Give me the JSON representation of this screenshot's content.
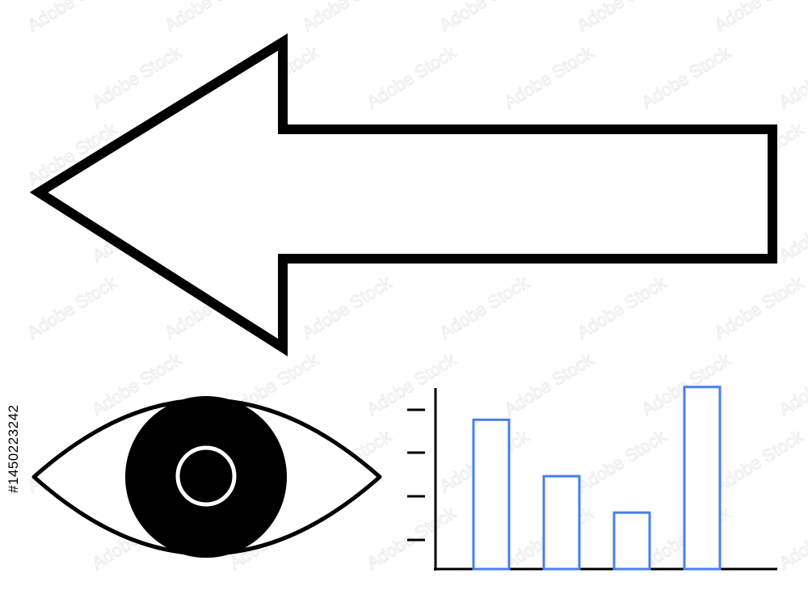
{
  "colors": {
    "background": "#ffffff",
    "outline": "#000000",
    "bar_stroke": "#4a7fe8",
    "iris_fill": "#000000",
    "pupil_ring": "#ffffff",
    "watermark": "#e6e6e6"
  },
  "icons": {
    "arrow": "left-arrow-icon",
    "eye": "eye-icon",
    "chart": "bar-chart-icon"
  },
  "watermark": {
    "text": "Adobe Stock"
  },
  "stock_id": {
    "text": "#1450223242"
  },
  "chart_data": {
    "type": "bar",
    "categories": [
      "",
      "",
      "",
      ""
    ],
    "values": [
      0.82,
      0.51,
      0.31,
      1.0
    ],
    "ylim": [
      0,
      1.03
    ],
    "yticks": 4,
    "grid": false,
    "legend": "none",
    "title": "",
    "xlabel": "",
    "ylabel": ""
  }
}
